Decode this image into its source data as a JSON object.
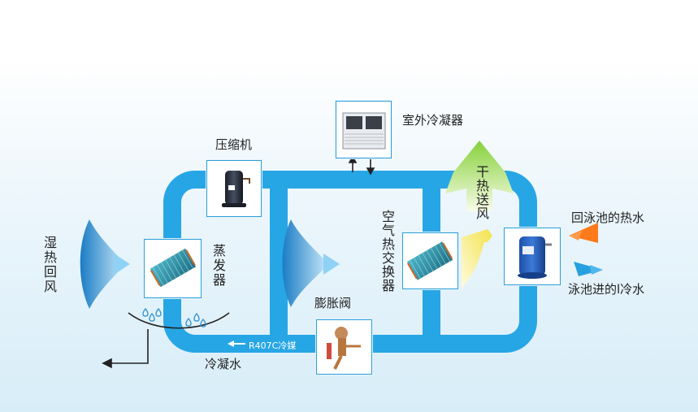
{
  "colors": {
    "pipe": "#27a6e5",
    "pipe_inner": "#ffffff",
    "fan_dark": "#1a7cc4",
    "fan_light": "#bfe6fb",
    "hot_arrow": "#ff7a1a",
    "cold_arrow": "#27a0e0",
    "dry_air": "#8dd63a",
    "warm_air": "#f2e24a",
    "card_border": "#2a9fd9"
  },
  "labels": {
    "outdoor_condenser": "室外冷凝器",
    "compressor": "压缩机",
    "evaporator": "蒸发器",
    "wet_hot_return_air": "湿热回风",
    "air_heat_exchanger": "空气热交换器",
    "dry_hot_supply_air": "干热送风",
    "expansion_valve": "膨胀阀",
    "refrigerant": "R407C冷媒",
    "condensate": "冷凝水",
    "pool_hot_water": "回泳池的热水",
    "pool_inlet_cold_water": "泳池进的l冷水"
  },
  "icons": {
    "compressor": "scroll-compressor-icon",
    "outdoor_unit": "outdoor-condenser-unit-icon",
    "coil": "finned-coil-icon",
    "valve": "expansion-valve-icon",
    "heat_exchanger": "water-heat-exchanger-icon",
    "droplets": "water-droplet-icon"
  }
}
